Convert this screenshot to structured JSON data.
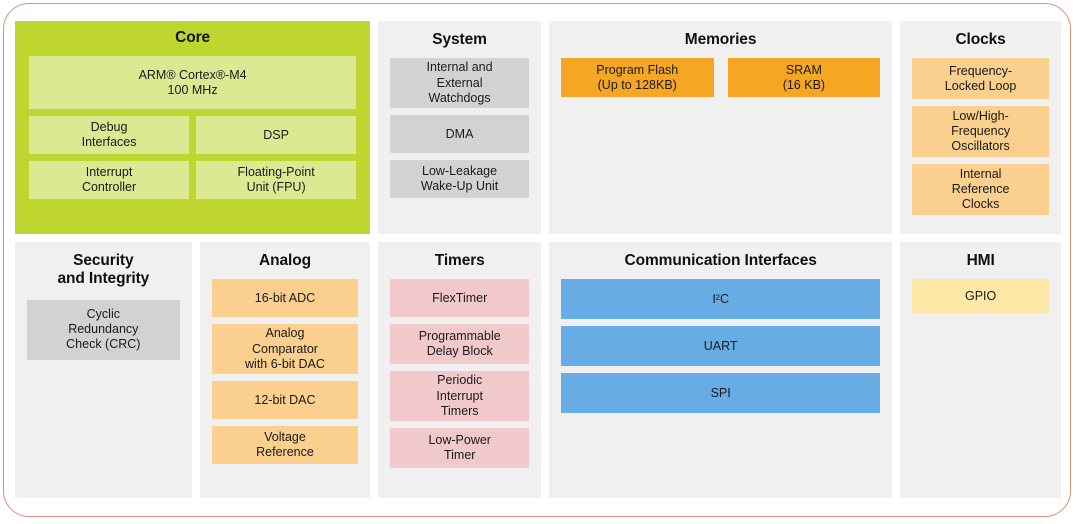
{
  "diagram": {
    "border_color": "#e0907b",
    "panel_background": "#f0f0f0",
    "sections": {
      "core": {
        "title": "Core",
        "fill": "#bed62f",
        "block_fill": "#dde893",
        "cpu": "ARM® Cortex®-M4\n100 MHz",
        "cpu_line1": "ARM® Cortex®-M4",
        "cpu_line2": "100 MHz",
        "blocks": [
          "Debug\nInterfaces",
          "DSP",
          "Interrupt\nController",
          "Floating-Point\nUnit (FPU)"
        ],
        "debug": "Debug\nInterfaces",
        "dsp": "DSP",
        "interrupt": "Interrupt\nController",
        "fpu": "Floating-Point\nUnit (FPU)"
      },
      "system": {
        "title": "System",
        "fill": "#d2d2d2",
        "blocks": [
          "Internal and\nExternal\nWatchdogs",
          "DMA",
          "Low-Leakage\nWake-Up Unit"
        ]
      },
      "memories": {
        "title": "Memories",
        "fill": "#f5a623",
        "blocks": [
          "Program Flash\n(Up to 128KB)",
          "SRAM\n(16 KB)"
        ]
      },
      "clocks": {
        "title": "Clocks",
        "fill": "#fbcf8d",
        "blocks": [
          "Frequency-\nLocked Loop",
          "Low/High-\nFrequency\nOscillators",
          "Internal\nReference\nClocks"
        ]
      },
      "security": {
        "title": "Security\nand Integrity",
        "title_line1": "Security",
        "title_line2": "and Integrity",
        "fill": "#d2d2d2",
        "blocks": [
          "Cyclic\nRedundancy\nCheck (CRC)"
        ]
      },
      "analog": {
        "title": "Analog",
        "fill": "#fbcf8d",
        "blocks": [
          "16-bit ADC",
          "Analog\nComparator\nwith 6-bit DAC",
          "12-bit DAC",
          "Voltage\nReference"
        ]
      },
      "timers": {
        "title": "Timers",
        "fill": "#f2c9cb",
        "blocks": [
          "FlexTimer",
          "Programmable\nDelay Block",
          "Periodic\nInterrupt\nTimers",
          "Low-Power\nTimer"
        ]
      },
      "communication": {
        "title": "Communication Interfaces",
        "fill": "#68ace5",
        "blocks": [
          "I²C",
          "UART",
          "SPI"
        ]
      },
      "hmi": {
        "title": "HMI",
        "fill": "#fde8a8",
        "blocks": [
          "GPIO"
        ]
      }
    }
  }
}
